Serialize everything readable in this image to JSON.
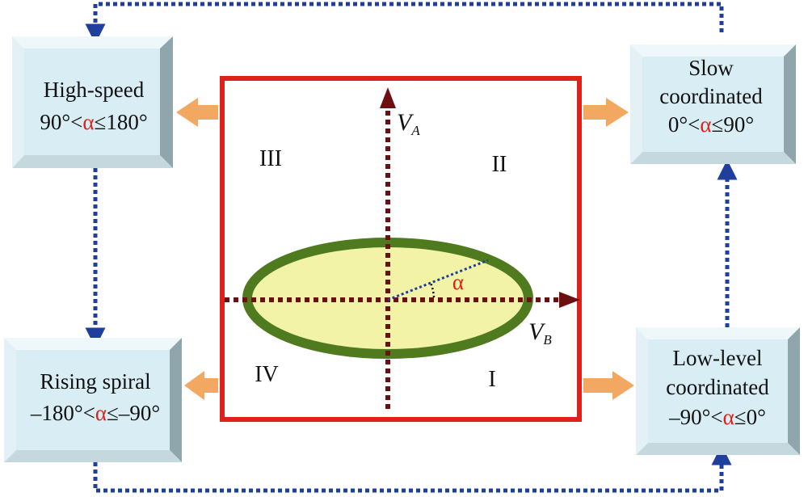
{
  "colors": {
    "frame": "#e0211a",
    "axis": "#6b0f10",
    "ellipse_stroke": "#4f7a1e",
    "ellipse_fill": "#f3f3a8",
    "dotted_flow": "#1f3f9c",
    "orange_arrow": "#f2a860",
    "box_face": "#d9edf4",
    "alpha": "#e0211a"
  },
  "modes": {
    "high_speed": {
      "line1": "High-speed",
      "pre": "90°<",
      "alpha": "α",
      "post": "≤180°"
    },
    "slow_coordinated": {
      "line1": "Slow",
      "line2": "coordinated",
      "pre": "0°<",
      "alpha": "α",
      "post": "≤90°"
    },
    "rising_spiral": {
      "line1": "Rising spiral",
      "pre": "–180°<",
      "alpha": "α",
      "post": "≤–90°"
    },
    "low_level_coordinated": {
      "line1": "Low-level",
      "line2": "coordinated",
      "pre": "–90°<",
      "alpha": "α",
      "post": "≤0°"
    }
  },
  "quadrants": {
    "q1": "I",
    "q2": "II",
    "q3": "III",
    "q4": "IV"
  },
  "axes": {
    "vertical": {
      "main": "V",
      "sub": "A"
    },
    "horizontal": {
      "main": "V",
      "sub": "B"
    }
  },
  "angle_label": "α"
}
